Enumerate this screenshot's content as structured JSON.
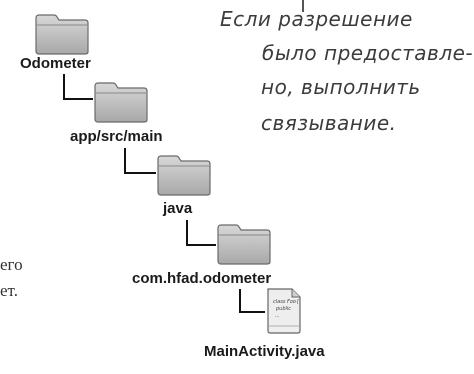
{
  "tree": {
    "root": "Odometer",
    "level1": "app/src/main",
    "level2": "java",
    "level3": "com.hfad.odometer",
    "file": "MainActivity.java",
    "file_thumb_text": "class Foo{ public ..."
  },
  "annotation": {
    "lines": [
      "Если разрешение",
      "было предоставле-",
      "но, выполнить",
      "связывание."
    ]
  },
  "body_text": {
    "line1": "его",
    "line2": "ет."
  }
}
